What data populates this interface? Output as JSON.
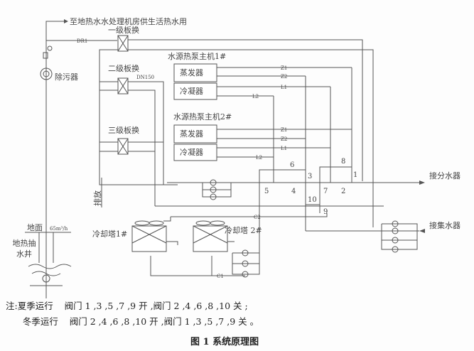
{
  "diagram": {
    "top_outlet": "至地热水水处理机房供生活热水用",
    "hx1": "一级板换",
    "hx2": "二级板换",
    "hx3": "三级板换",
    "dn": "DN150",
    "dr1": "DR1",
    "filter": "除污器",
    "hp1": "水源热泵主机1#",
    "hp2": "水源热泵主机2#",
    "evaporator": "蒸发器",
    "condenser": "冷凝器",
    "z1": "Z1",
    "z2": "Z2",
    "l1": "L1",
    "l2": "L2",
    "c1": "C1",
    "c2": "C2",
    "discharge": "排放",
    "ground": "地面",
    "flow": "65m³/h",
    "well": "地热抽水井",
    "tower1": "冷却塔1#",
    "tower2": "冷却塔 2#",
    "to_supply": "接分水器",
    "to_return": "接集水器",
    "valves": [
      "1",
      "2",
      "3",
      "4",
      "5",
      "6",
      "7",
      "8",
      "9",
      "10"
    ]
  },
  "notes": {
    "summer": "注:夏季运行    阀门 1 ,3 ,5 ,7 ,9 开 ,阀门 2 ,4 ,6 ,8 ,10 关 ;",
    "winter": "      冬季运行    阀门 2 ,4 ,6 ,8 ,10 开 ,阀门 1 ,3 ,5 ,7 ,9 关 。"
  },
  "caption": "图 1    系统原理图"
}
